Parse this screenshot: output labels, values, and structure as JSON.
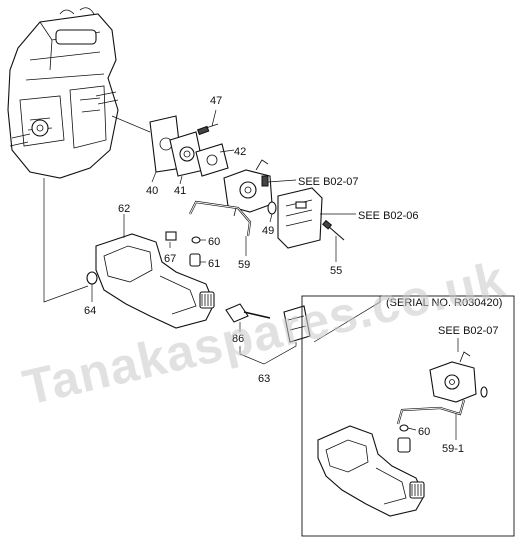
{
  "watermark": "Tanakaspares.co.uk",
  "inset_title": "(SERIAL NO. R030420)",
  "references": {
    "carb_main": "SEE B02-07",
    "air_cleaner": "SEE B02-06",
    "carb_inset": "SEE B02-07"
  },
  "callouts": {
    "p40": "40",
    "p41": "41",
    "p42": "42",
    "p47": "47",
    "p49": "49",
    "p55": "55",
    "p59": "59",
    "p60": "60",
    "p61": "61",
    "p62": "62",
    "p63": "63",
    "p64": "64",
    "p67": "67",
    "p86": "86",
    "inset_p60": "60",
    "inset_p59_1": "59-1"
  }
}
